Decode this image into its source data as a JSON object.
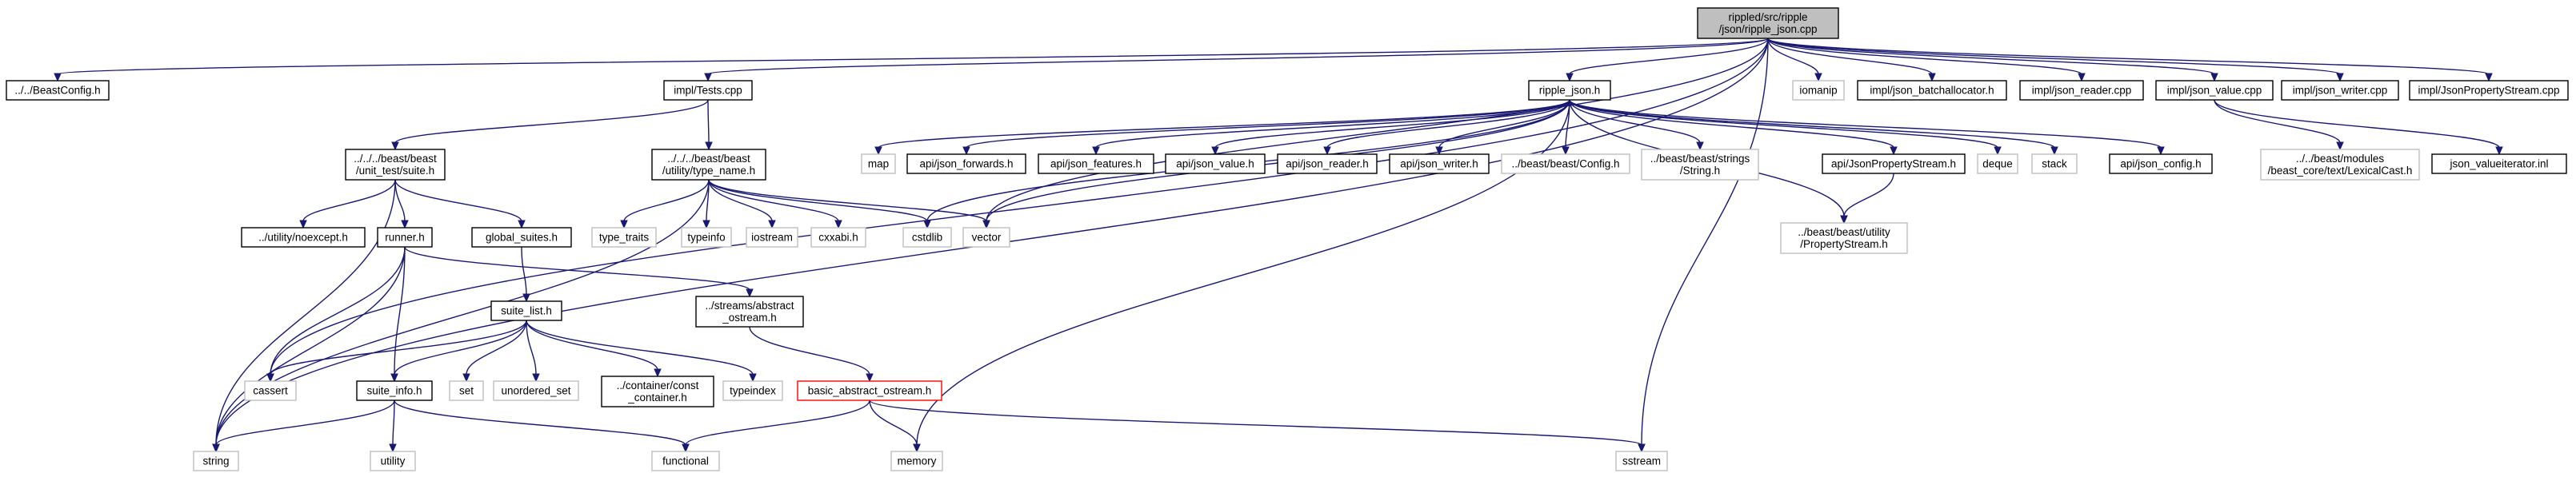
{
  "nodes": {
    "root": {
      "lines": [
        "rippled/src/ripple",
        "/json/ripple_json.cpp"
      ],
      "style": "root",
      "link": false
    },
    "beastconfig": {
      "lines": [
        "../../BeastConfig.h"
      ],
      "style": "normal",
      "link": true
    },
    "tests": {
      "lines": [
        "impl/Tests.cpp"
      ],
      "style": "normal",
      "link": true
    },
    "ripple_json_h": {
      "lines": [
        "ripple_json.h"
      ],
      "style": "normal",
      "link": true
    },
    "iomanip": {
      "lines": [
        "iomanip"
      ],
      "style": "grey",
      "link": false
    },
    "batchallocator": {
      "lines": [
        "impl/json_batchallocator.h"
      ],
      "style": "normal",
      "link": true
    },
    "json_reader_cpp": {
      "lines": [
        "impl/json_reader.cpp"
      ],
      "style": "normal",
      "link": true
    },
    "json_value_cpp": {
      "lines": [
        "impl/json_value.cpp"
      ],
      "style": "normal",
      "link": true
    },
    "json_writer_cpp": {
      "lines": [
        "impl/json_writer.cpp"
      ],
      "style": "normal",
      "link": true
    },
    "jsonpropstream_cpp": {
      "lines": [
        "impl/JsonPropertyStream.cpp"
      ],
      "style": "normal",
      "link": true
    },
    "suite_h": {
      "lines": [
        "../../../beast/beast",
        "/unit_test/suite.h"
      ],
      "style": "normal",
      "link": true
    },
    "type_name_h": {
      "lines": [
        "../../../beast/beast",
        "/utility/type_name.h"
      ],
      "style": "normal",
      "link": true
    },
    "map": {
      "lines": [
        "map"
      ],
      "style": "grey",
      "link": false
    },
    "api_json_forwards": {
      "lines": [
        "api/json_forwards.h"
      ],
      "style": "normal",
      "link": true
    },
    "api_json_features": {
      "lines": [
        "api/json_features.h"
      ],
      "style": "normal",
      "link": true
    },
    "api_json_value": {
      "lines": [
        "api/json_value.h"
      ],
      "style": "normal",
      "link": true
    },
    "api_json_reader": {
      "lines": [
        "api/json_reader.h"
      ],
      "style": "normal",
      "link": true
    },
    "api_json_writer": {
      "lines": [
        "api/json_writer.h"
      ],
      "style": "normal",
      "link": true
    },
    "beast_config_h": {
      "lines": [
        "../beast/beast/Config.h"
      ],
      "style": "grey",
      "link": false
    },
    "beast_strings": {
      "lines": [
        "../beast/beast/strings",
        "/String.h"
      ],
      "style": "grey",
      "link": false
    },
    "api_jsonpropstream": {
      "lines": [
        "api/JsonPropertyStream.h"
      ],
      "style": "normal",
      "link": true
    },
    "deque": {
      "lines": [
        "deque"
      ],
      "style": "grey",
      "link": false
    },
    "stack": {
      "lines": [
        "stack"
      ],
      "style": "grey",
      "link": false
    },
    "api_json_config": {
      "lines": [
        "api/json_config.h"
      ],
      "style": "normal",
      "link": true
    },
    "lexicalcast": {
      "lines": [
        "../../beast/modules",
        "/beast_core/text/LexicalCast.h"
      ],
      "style": "grey",
      "link": false
    },
    "valueiterator": {
      "lines": [
        "json_valueiterator.inl"
      ],
      "style": "normal",
      "link": true
    },
    "noexcept": {
      "lines": [
        "../utility/noexcept.h"
      ],
      "style": "normal",
      "link": true
    },
    "runner_h": {
      "lines": [
        "runner.h"
      ],
      "style": "normal",
      "link": true
    },
    "global_suites": {
      "lines": [
        "global_suites.h"
      ],
      "style": "normal",
      "link": true
    },
    "type_traits": {
      "lines": [
        "type_traits"
      ],
      "style": "grey",
      "link": false
    },
    "typeinfo": {
      "lines": [
        "typeinfo"
      ],
      "style": "grey",
      "link": false
    },
    "iostream": {
      "lines": [
        "iostream"
      ],
      "style": "grey",
      "link": false
    },
    "cxxabi": {
      "lines": [
        "cxxabi.h"
      ],
      "style": "grey",
      "link": false
    },
    "cstdlib": {
      "lines": [
        "cstdlib"
      ],
      "style": "grey",
      "link": false
    },
    "vector": {
      "lines": [
        "vector"
      ],
      "style": "grey",
      "link": false
    },
    "propstream": {
      "lines": [
        "../beast/beast/utility",
        "/PropertyStream.h"
      ],
      "style": "grey",
      "link": false
    },
    "streams_abstract": {
      "lines": [
        "../streams/abstract",
        "_ostream.h"
      ],
      "style": "normal",
      "link": true
    },
    "suite_list": {
      "lines": [
        "suite_list.h"
      ],
      "style": "normal",
      "link": true
    },
    "cassert": {
      "lines": [
        "cassert"
      ],
      "style": "grey",
      "link": false
    },
    "suite_info": {
      "lines": [
        "suite_info.h"
      ],
      "style": "normal",
      "link": true
    },
    "set": {
      "lines": [
        "set"
      ],
      "style": "grey",
      "link": false
    },
    "unordered_set": {
      "lines": [
        "unordered_set"
      ],
      "style": "grey",
      "link": false
    },
    "const_container": {
      "lines": [
        "../container/const",
        "_container.h"
      ],
      "style": "normal",
      "link": true
    },
    "typeindex": {
      "lines": [
        "typeindex"
      ],
      "style": "grey",
      "link": false
    },
    "basic_abstract": {
      "lines": [
        "basic_abstract_ostream.h"
      ],
      "style": "red",
      "link": true
    },
    "string": {
      "lines": [
        "string"
      ],
      "style": "grey",
      "link": false
    },
    "utility": {
      "lines": [
        "utility"
      ],
      "style": "grey",
      "link": false
    },
    "functional": {
      "lines": [
        "functional"
      ],
      "style": "grey",
      "link": false
    },
    "memory": {
      "lines": [
        "memory"
      ],
      "style": "grey",
      "link": false
    },
    "sstream": {
      "lines": [
        "sstream"
      ],
      "style": "grey",
      "link": false
    }
  },
  "edges": [
    [
      "root",
      "beastconfig"
    ],
    [
      "root",
      "tests"
    ],
    [
      "root",
      "ripple_json_h"
    ],
    [
      "root",
      "iomanip"
    ],
    [
      "root",
      "batchallocator"
    ],
    [
      "root",
      "json_reader_cpp"
    ],
    [
      "root",
      "json_value_cpp"
    ],
    [
      "root",
      "json_writer_cpp"
    ],
    [
      "root",
      "jsonpropstream_cpp"
    ],
    [
      "root",
      "string"
    ],
    [
      "root",
      "cassert"
    ],
    [
      "root",
      "vector"
    ],
    [
      "root",
      "sstream"
    ],
    [
      "tests",
      "suite_h"
    ],
    [
      "tests",
      "type_name_h"
    ],
    [
      "ripple_json_h",
      "map"
    ],
    [
      "ripple_json_h",
      "api_json_forwards"
    ],
    [
      "ripple_json_h",
      "api_json_features"
    ],
    [
      "ripple_json_h",
      "api_json_value"
    ],
    [
      "ripple_json_h",
      "api_json_reader"
    ],
    [
      "ripple_json_h",
      "api_json_writer"
    ],
    [
      "ripple_json_h",
      "beast_config_h"
    ],
    [
      "ripple_json_h",
      "beast_strings"
    ],
    [
      "ripple_json_h",
      "api_jsonpropstream"
    ],
    [
      "ripple_json_h",
      "deque"
    ],
    [
      "ripple_json_h",
      "stack"
    ],
    [
      "ripple_json_h",
      "api_json_config"
    ],
    [
      "ripple_json_h",
      "propstream"
    ],
    [
      "ripple_json_h",
      "vector"
    ],
    [
      "ripple_json_h",
      "cstdlib"
    ],
    [
      "ripple_json_h",
      "memory"
    ],
    [
      "json_value_cpp",
      "lexicalcast"
    ],
    [
      "json_value_cpp",
      "valueiterator"
    ],
    [
      "api_jsonpropstream",
      "propstream"
    ],
    [
      "suite_h",
      "noexcept"
    ],
    [
      "suite_h",
      "runner_h"
    ],
    [
      "suite_h",
      "global_suites"
    ],
    [
      "suite_h",
      "string"
    ],
    [
      "type_name_h",
      "type_traits"
    ],
    [
      "type_name_h",
      "typeinfo"
    ],
    [
      "type_name_h",
      "iostream"
    ],
    [
      "type_name_h",
      "cxxabi"
    ],
    [
      "type_name_h",
      "cstdlib"
    ],
    [
      "type_name_h",
      "vector"
    ],
    [
      "type_name_h",
      "string"
    ],
    [
      "runner_h",
      "streams_abstract"
    ],
    [
      "runner_h",
      "suite_info"
    ],
    [
      "runner_h",
      "cassert"
    ],
    [
      "runner_h",
      "string"
    ],
    [
      "global_suites",
      "suite_list"
    ],
    [
      "suite_list",
      "cassert"
    ],
    [
      "suite_list",
      "suite_info"
    ],
    [
      "suite_list",
      "set"
    ],
    [
      "suite_list",
      "unordered_set"
    ],
    [
      "suite_list",
      "const_container"
    ],
    [
      "suite_list",
      "typeindex"
    ],
    [
      "streams_abstract",
      "basic_abstract"
    ],
    [
      "basic_abstract",
      "functional"
    ],
    [
      "basic_abstract",
      "memory"
    ],
    [
      "basic_abstract",
      "sstream"
    ],
    [
      "suite_info",
      "string"
    ],
    [
      "suite_info",
      "utility"
    ],
    [
      "suite_info",
      "functional"
    ]
  ]
}
